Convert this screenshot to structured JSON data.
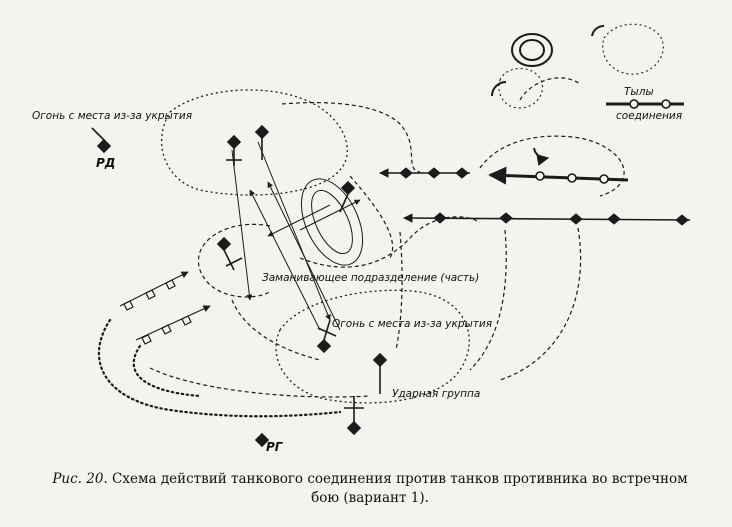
{
  "labels": {
    "fire_from_cover_top": "Огонь с места из-за укрытия",
    "fire_from_cover_bottom": "Огонь с места из-за укрытия",
    "luring_unit": "Заманивающее подразделение (часть)",
    "strike_group": "Ударная группа",
    "rd": "РД",
    "rg": "РГ",
    "rear_line1": "Тылы",
    "rear_line2": "соединения"
  },
  "caption": {
    "figure": "Рис. 20.",
    "text": "Схема действий танкового соединения против танков противника во встречном бою (вариант 1)."
  },
  "colors": {
    "ink": "#1b1b1b",
    "paper": "#f4f3ee"
  }
}
